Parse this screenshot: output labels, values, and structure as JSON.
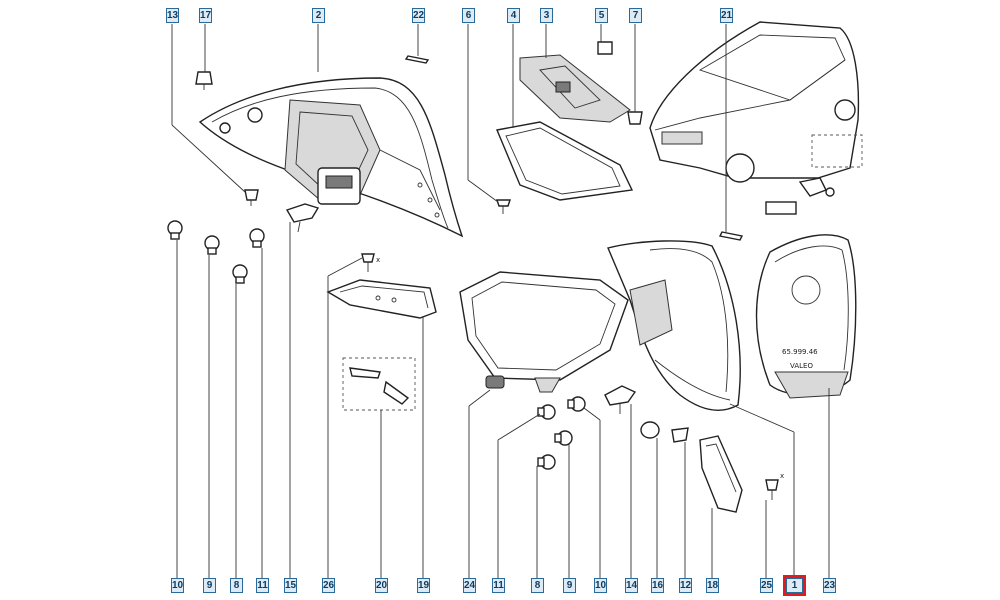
{
  "callouts": {
    "top": [
      {
        "id": "c13",
        "label": "13"
      },
      {
        "id": "c17",
        "label": "17"
      },
      {
        "id": "c2",
        "label": "2"
      },
      {
        "id": "c22",
        "label": "22"
      },
      {
        "id": "c6",
        "label": "6"
      },
      {
        "id": "c4",
        "label": "4"
      },
      {
        "id": "c3",
        "label": "3"
      },
      {
        "id": "c5",
        "label": "5"
      },
      {
        "id": "c7",
        "label": "7"
      },
      {
        "id": "c21",
        "label": "21"
      }
    ],
    "bottom": [
      {
        "id": "c10a",
        "label": "10"
      },
      {
        "id": "c9a",
        "label": "9"
      },
      {
        "id": "c8a",
        "label": "8"
      },
      {
        "id": "c11a",
        "label": "11"
      },
      {
        "id": "c15",
        "label": "15"
      },
      {
        "id": "c26",
        "label": "26"
      },
      {
        "id": "c20",
        "label": "20"
      },
      {
        "id": "c19",
        "label": "19"
      },
      {
        "id": "c24",
        "label": "24"
      },
      {
        "id": "c11b",
        "label": "11"
      },
      {
        "id": "c8b",
        "label": "8"
      },
      {
        "id": "c9b",
        "label": "9"
      },
      {
        "id": "c10b",
        "label": "10"
      },
      {
        "id": "c14",
        "label": "14"
      },
      {
        "id": "c16",
        "label": "16"
      },
      {
        "id": "c12",
        "label": "12"
      },
      {
        "id": "c18",
        "label": "18"
      },
      {
        "id": "c25",
        "label": "25"
      },
      {
        "id": "c1",
        "label": "1",
        "selected": true
      },
      {
        "id": "c23",
        "label": "23"
      }
    ]
  },
  "markings": {
    "screw_x_left": "x",
    "screw_x_right": "x",
    "lamp_code_line1": "65.999.46",
    "lamp_code_line2": "VALEO"
  },
  "colors": {
    "callout_border": "#2a6a9a",
    "callout_fill": "#dcebf6",
    "selected_highlight": "#e01c1c"
  }
}
